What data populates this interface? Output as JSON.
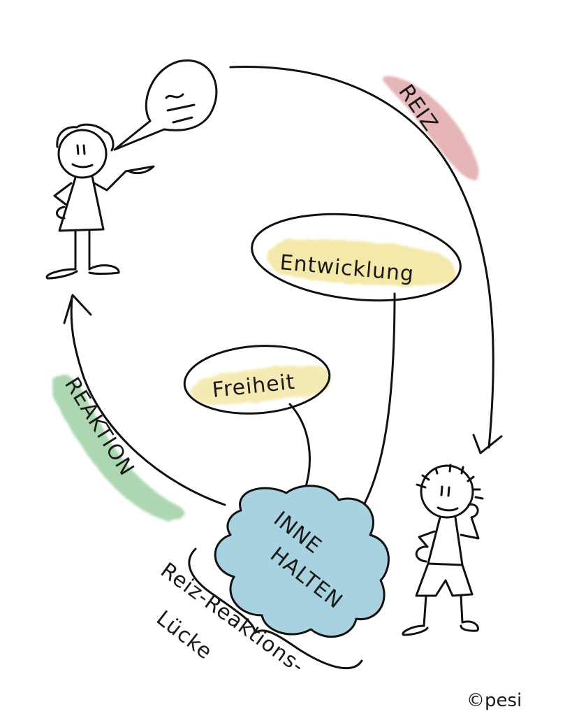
{
  "diagram": {
    "title": "Reiz-Reaktions-Lücke",
    "colors": {
      "reiz_highlight": "#e3aeb0",
      "reaktion_highlight": "#9fd1a3",
      "yellow_highlight": "#f3e6a2",
      "cloud_fill": "#a9d2e0",
      "ink": "#111111",
      "background": "#ffffff"
    },
    "labels": {
      "reiz": "REIZ",
      "reaktion": "REAKTION",
      "entwicklung": "Entwicklung",
      "freiheit": "Freiheit",
      "inne": "INNE",
      "halten": "HALTEN",
      "gap_line1": "Reiz-Reaktions-",
      "gap_line2": "Lücke",
      "signature": "©pesi"
    },
    "figures": [
      {
        "name": "speaker",
        "description": "stick figure with speech bubble"
      },
      {
        "name": "listener",
        "description": "stick figure with spiky hair"
      }
    ],
    "edges": [
      {
        "from": "speaker",
        "to": "listener",
        "label": "REIZ"
      },
      {
        "from": "inne-halten",
        "to": "speaker",
        "label": "REAKTION"
      },
      {
        "from": "inne-halten",
        "to": "freiheit"
      },
      {
        "from": "inne-halten",
        "to": "entwicklung"
      }
    ]
  }
}
